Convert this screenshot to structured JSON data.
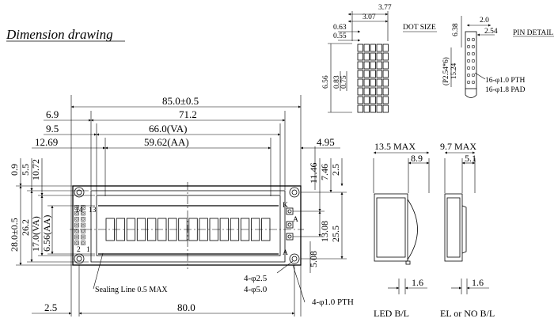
{
  "title": "Dimension drawing",
  "front_view": {
    "dims_top": [
      "85.0±0.5",
      "71.2",
      "66.0(VA)",
      "59.62(AA)",
      "6.9",
      "9.5",
      "12.69",
      "4.95"
    ],
    "dims_left": [
      "28.0±0.5",
      "26.2",
      "17.0(VA)",
      "6.56(AA)",
      "0.9",
      "5.5",
      "10.72"
    ],
    "dims_right": [
      "11.46",
      "7.46",
      "2.5",
      "13.08",
      "25.5",
      "5.08"
    ],
    "dims_bottom": [
      "2.5",
      "80.0"
    ],
    "pin_labels": [
      "14",
      "13",
      "2",
      "1",
      "K",
      "A",
      "A"
    ],
    "notes": [
      "Sealing Line 0.5 MAX",
      "4-φ2.5",
      "4-φ5.0",
      "4-φ1.0 PTH"
    ]
  },
  "dot_size": {
    "label": "DOT SIZE",
    "dims": [
      "3.77",
      "3.07",
      "0.63",
      "0.55",
      "6.56",
      "0.83",
      "0.75"
    ]
  },
  "pin_detail": {
    "label": "PIN DETAIL",
    "dims": [
      "2.0",
      "2.54",
      "6.38",
      "(P2.54*6)",
      "15.24"
    ],
    "notes": [
      "16-φ1.0 PTH",
      "16-φ1.8 PAD"
    ]
  },
  "side_led": {
    "dims": [
      "13.5 MAX",
      "8.9",
      "1.6"
    ],
    "label": "LED B/L"
  },
  "side_el": {
    "dims": [
      "9.7 MAX",
      "5.1",
      "1.6"
    ],
    "label": "EL or NO B/L"
  }
}
